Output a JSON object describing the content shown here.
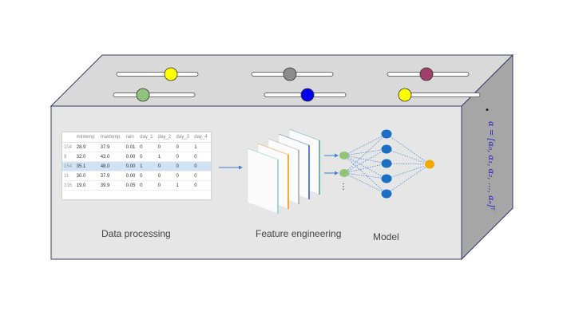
{
  "sliders": [
    {
      "color": "#ffff00",
      "stroke": "#333333"
    },
    {
      "color": "#8c8c8c",
      "stroke": "#333333"
    },
    {
      "color": "#a0406a",
      "stroke": "#333333"
    },
    {
      "color": "#90c47a",
      "stroke": "#333333"
    },
    {
      "color": "#0000ee",
      "stroke": "#333333"
    },
    {
      "color": "#ffff00",
      "stroke": "#333333"
    }
  ],
  "table": {
    "headers": [
      "",
      "mintemp",
      "maxtemp",
      "rain",
      "day_1",
      "day_2",
      "day_3",
      "day_4"
    ],
    "rows": [
      [
        "104",
        "28.9",
        "37.9",
        "0.01",
        "0",
        "0",
        "0",
        "1"
      ],
      [
        "9",
        "32.0",
        "43.0",
        "0.00",
        "0",
        "1",
        "0",
        "0"
      ],
      [
        "154",
        "35.1",
        "48.0",
        "0.00",
        "1",
        "0",
        "0",
        "0"
      ],
      [
        "11",
        "30.0",
        "37.9",
        "0.00",
        "0",
        "0",
        "0",
        "0"
      ],
      [
        "316",
        "19.0",
        "39.9",
        "0.05",
        "0",
        "0",
        "1",
        "0"
      ]
    ],
    "highlight_row": 2,
    "highlight_color": "#cfe3f5"
  },
  "captions": {
    "data_processing": "Data processing",
    "feature_engineering": "Feature engineering",
    "model": "Model"
  },
  "formula": "α = [α₀, α₁, α₂, …, αₙ]ᵀ",
  "bullet": "•",
  "ellipsis": "⋮",
  "colors": {
    "box_front": "#e6e6e6",
    "box_top": "#d9d9d9",
    "box_side": "#a6a6a6",
    "edge": "#3a3a6a",
    "arrow": "#3f7fd6",
    "feature_layers": [
      "#9ad3c8",
      "#f0a030",
      "#b0b0b0",
      "#5070c0",
      "#60b0a0"
    ],
    "input_node": "#90c47a",
    "hidden_node": "#1a6fc4",
    "output_node": "#f5a800",
    "connection": "#3f7fd6",
    "formula": "#1f1fbf"
  },
  "network": {
    "inputs": 2,
    "hidden": 5,
    "outputs": 1
  }
}
